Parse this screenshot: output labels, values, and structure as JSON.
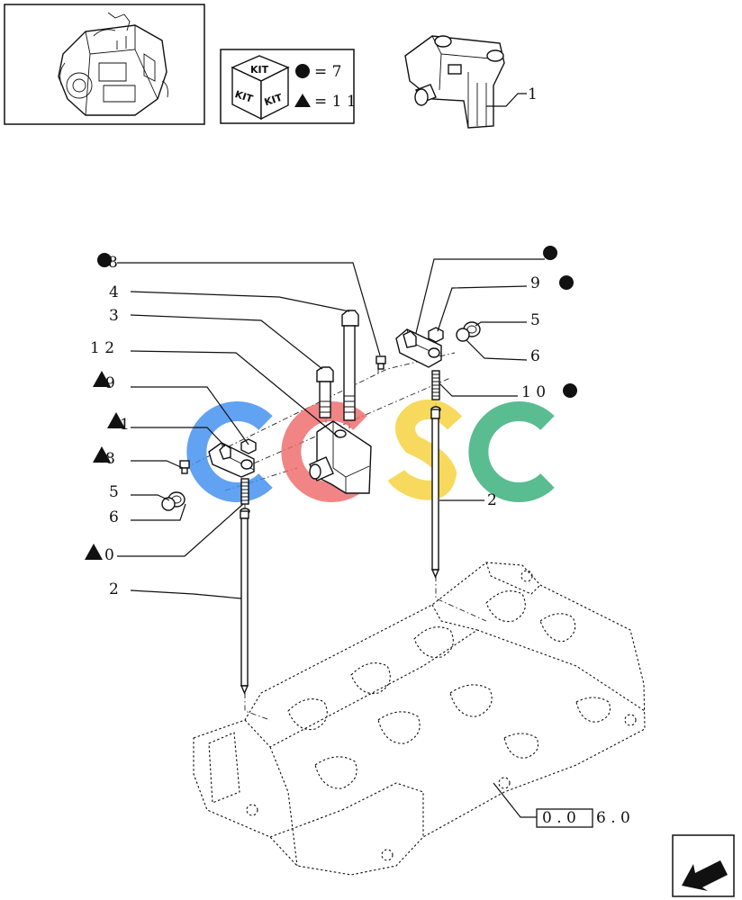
{
  "kit_legend": {
    "kit_word": "KIT",
    "circle_eq": "= 7",
    "triangle_eq": "= 1 1"
  },
  "callouts": {
    "c1": "1",
    "c2_right": "2",
    "c2_left": "2",
    "c3": "3",
    "c4": "4",
    "c5_right": "5",
    "c5_left": "5",
    "c6_right": "6",
    "c6_left": "6",
    "c8_circle": "8",
    "c8_triangle": "8",
    "c9_right": "9",
    "c9_triangle": "9",
    "c10_right": "1 0",
    "c10_triangle": "0",
    "c11_triangle": "1",
    "c12": "1 2"
  },
  "reference": {
    "boxed_part": "0 . 0",
    "suffix": "6 . 0"
  },
  "watermark": {
    "letters": [
      "C",
      "G",
      "S",
      "C"
    ],
    "colors": [
      "#3f8ef0",
      "#ef6b6b",
      "#f6d13a",
      "#37ae7a"
    ]
  },
  "symbols": {
    "circle_color": "#111111",
    "triangle_color": "#111111"
  }
}
